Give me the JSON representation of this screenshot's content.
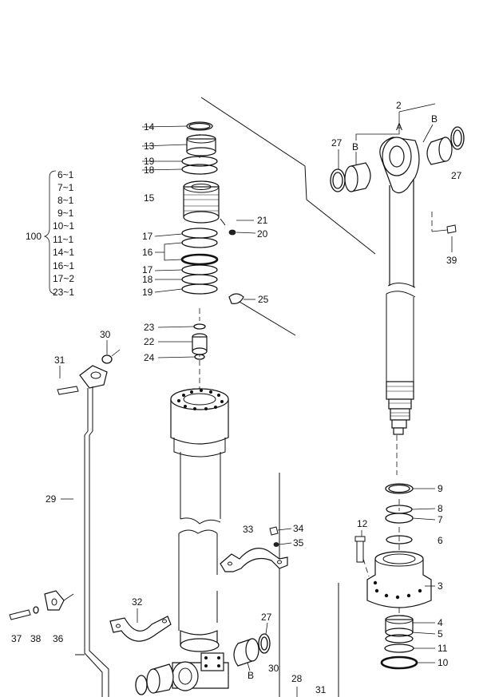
{
  "diagram": {
    "callouts": {
      "c2": "2",
      "cA": "A",
      "cB_top": "B",
      "cB_left": "B",
      "c27_left": "27",
      "c27_right": "27",
      "c14": "14",
      "c13": "13",
      "c19a": "19",
      "c18a": "18",
      "c15": "15",
      "c21": "21",
      "c20": "20",
      "c17a": "17",
      "c16": "16",
      "c17b": "17",
      "c18b": "18",
      "c19b": "19",
      "c25": "25",
      "c23": "23",
      "c22": "22",
      "c24": "24",
      "c39": "39",
      "c30_top": "30",
      "c31_top": "31",
      "c29": "29",
      "c9": "9",
      "c8": "8",
      "c7": "7",
      "c6": "6",
      "c12": "12",
      "c3": "3",
      "c4": "4",
      "c5": "5",
      "c11": "11",
      "c10": "10",
      "c33": "33",
      "c34": "34",
      "c35": "35",
      "c32": "32",
      "c37": "37",
      "c38": "38",
      "c36": "36",
      "c27_bottom": "27",
      "cB_bottom": "B",
      "c30_bottom": "30",
      "c28": "28",
      "c31_bottom": "31"
    },
    "kit": {
      "label": "100",
      "items": [
        "6~1",
        "7~1",
        "8~1",
        "9~1",
        "10~1",
        "11~1",
        "14~1",
        "16~1",
        "17~2",
        "23~1"
      ]
    }
  }
}
